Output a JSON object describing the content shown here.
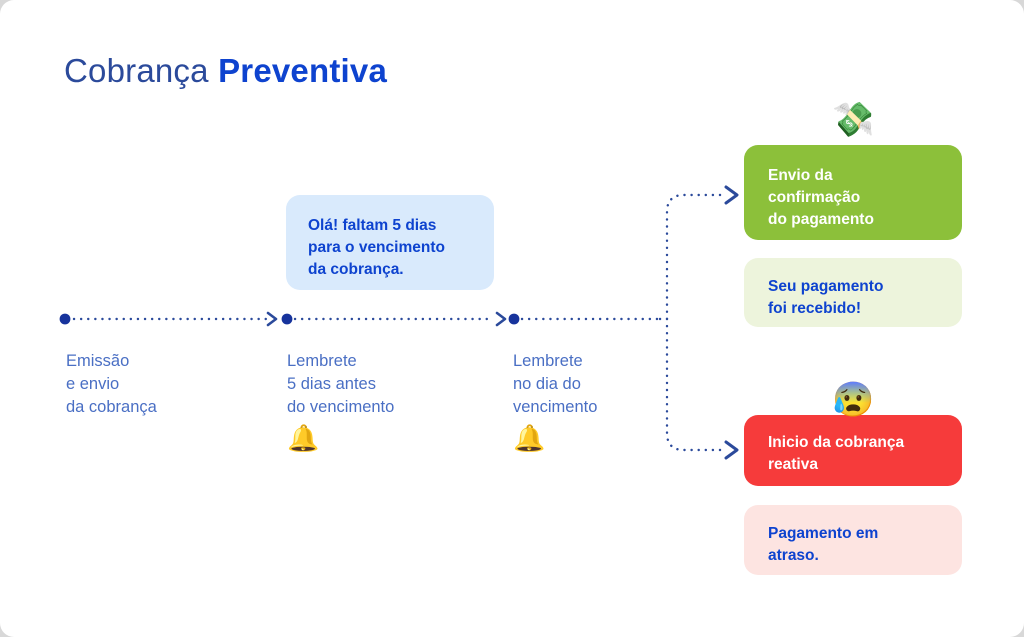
{
  "title": {
    "light": "Cobrança",
    "bold": "Preventiva"
  },
  "colors": {
    "title_light": "#2b4a9b",
    "title_bold": "#0e43cf",
    "timeline_line": "#2b4a9b",
    "timeline_dot": "#17339c",
    "step_label": "#4a6fc4",
    "bubble_blue_bg": "#d9eafc",
    "card_green_bg": "#8cc03a",
    "bubble_green_bg": "#edf4dc",
    "card_red_bg": "#f63b3b",
    "bubble_red_bg": "#fde4e1",
    "text_blue": "#0e43cf",
    "text_white": "#ffffff",
    "page_bg": "#ffffff"
  },
  "timeline": {
    "steps": [
      {
        "id": "emissao",
        "label": "Emissão\ne envio\nda cobrança",
        "emoji": "",
        "emoji_name": ""
      },
      {
        "id": "lembrete-5-dias",
        "label": "Lembrete\n5 dias antes\ndo vencimento",
        "emoji": "🔔",
        "emoji_name": "bell-icon"
      },
      {
        "id": "lembrete-dia",
        "label": "Lembrete\nno dia do\nvencimento",
        "emoji": "🔔",
        "emoji_name": "bell-icon"
      }
    ]
  },
  "bubble_reminder": {
    "text": "Olá! faltam 5 dias\npara o vencimento\nda cobrança."
  },
  "outcomes": {
    "success": {
      "card_text": "Envio da\nconfirmação\ndo pagamento",
      "bubble_text": "Seu pagamento\nfoi recebido!",
      "emoji": "💸",
      "emoji_name": "money-with-wings-icon"
    },
    "failure": {
      "card_text": "Inicio da cobrança\nreativa",
      "bubble_text": "Pagamento em\natraso.",
      "emoji": "😰",
      "emoji_name": "anxious-face-with-sweat-icon"
    }
  }
}
